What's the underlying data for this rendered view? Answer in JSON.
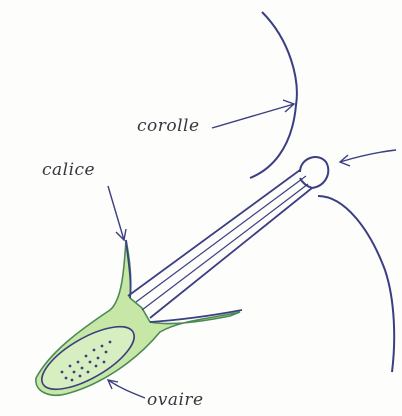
{
  "labels": {
    "corolle": "corolle",
    "calice": "calice",
    "ovaire": "ovaire"
  },
  "colors": {
    "ink": "#3b3f82",
    "green_fill": "#c6e7a6",
    "green_stroke": "#4c8a55",
    "label_ink": "#3a3640"
  }
}
